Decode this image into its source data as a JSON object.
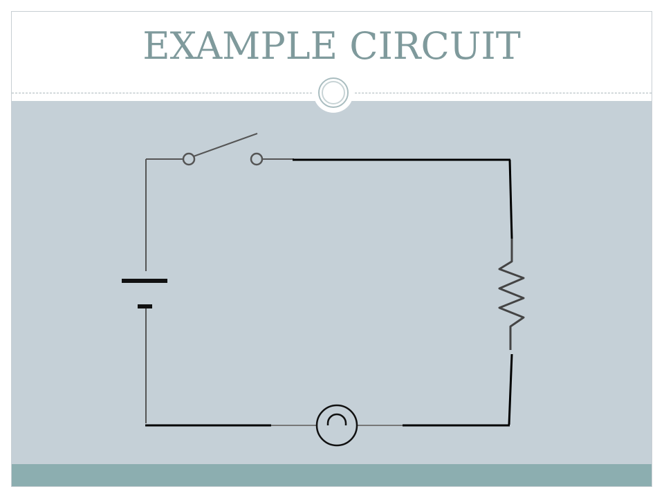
{
  "slide": {
    "title": "EXAMPLE CIRCUIT"
  },
  "colors": {
    "title": "#7f9a9c",
    "content_background": "#c5d0d7",
    "footer_bar": "#8caeb0",
    "wire_dark": "#000000",
    "wire_gray": "#555555"
  },
  "diagram": {
    "components": [
      "battery",
      "switch",
      "resistor",
      "lamp"
    ]
  }
}
